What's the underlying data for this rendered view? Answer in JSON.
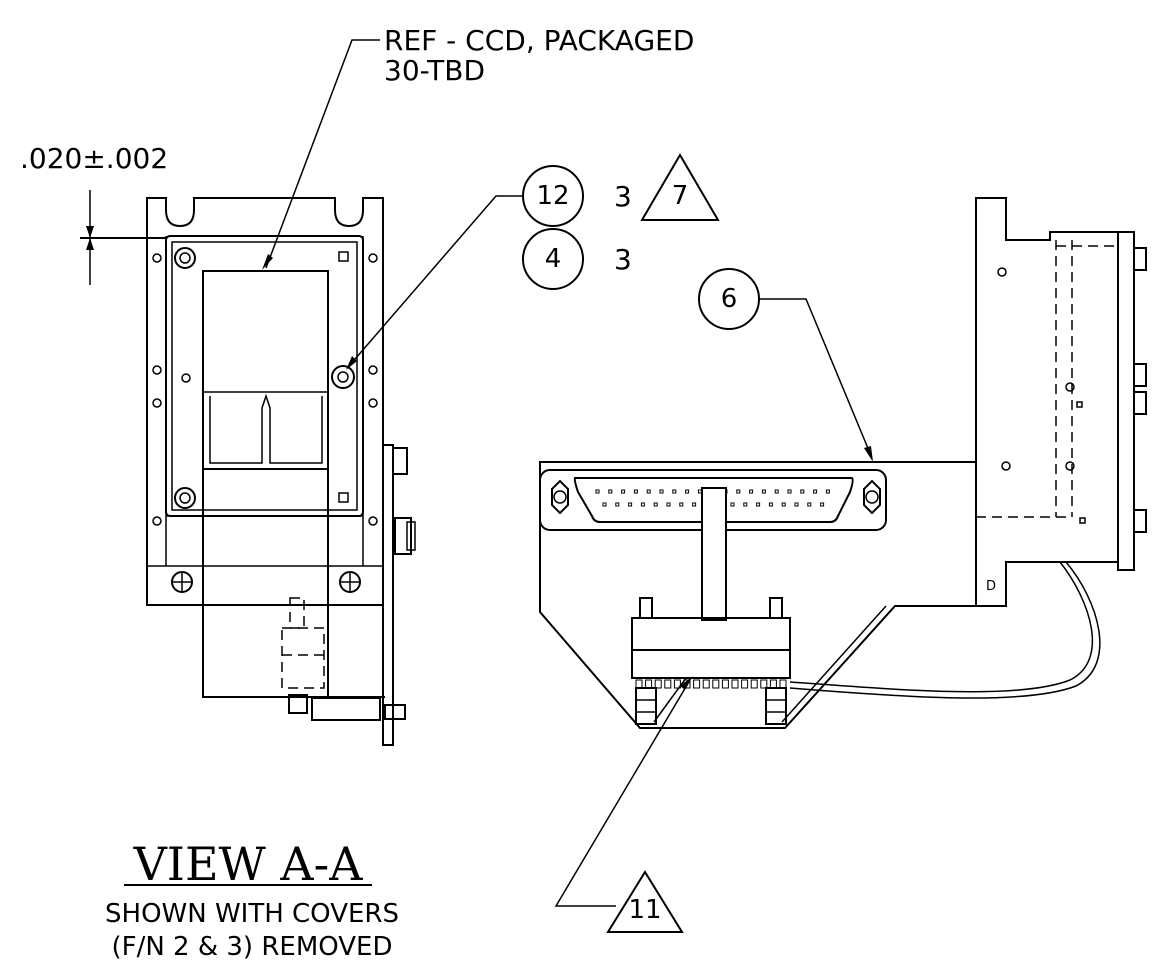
{
  "notes": {
    "ref_line1": "REF - CCD, PACKAGED",
    "ref_line2": "30-TBD",
    "tolerance": ".020±.002"
  },
  "callouts": [
    {
      "id": "12",
      "qty": "3",
      "flag": "7"
    },
    {
      "id": "4",
      "qty": "3"
    },
    {
      "id": "6"
    }
  ],
  "flags": {
    "bottom": "11"
  },
  "view": {
    "title": "VIEW A-A",
    "subtitle_line1": "SHOWN WITH COVERS",
    "subtitle_line2": "(F/N 2 & 3) REMOVED"
  },
  "misc": {
    "side_mark": "D"
  }
}
